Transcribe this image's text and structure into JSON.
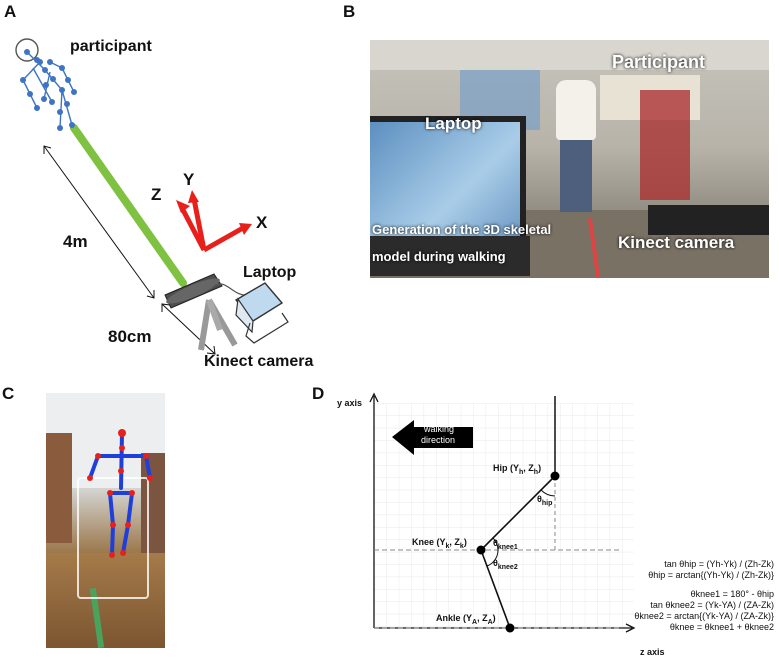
{
  "panels": {
    "a": "A",
    "b": "B",
    "c": "C",
    "d": "D"
  },
  "panel_a": {
    "participant": "participant",
    "distance_4m": "4m",
    "distance_80cm": "80cm",
    "axis_x": "X",
    "axis_y": "Y",
    "axis_z": "Z",
    "laptop": "Laptop",
    "kinect": "Kinect camera"
  },
  "panel_b": {
    "laptop": "Laptop",
    "participant": "Participant",
    "gen_line1": "Generation of the 3D skeletal",
    "gen_line2": "model during walking",
    "kinect": "Kinect camera"
  },
  "panel_d": {
    "y_axis": "y axis",
    "z_axis": "z axis",
    "walking1": "walking",
    "walking2": "direction",
    "hip": "Hip (Y",
    "hip_sub1": "h",
    "hip_mid": ", Z",
    "hip_sub2": "h",
    "hip_end": ")",
    "knee": "Knee (Y",
    "knee_sub1": "k",
    "knee_mid": ", Z",
    "knee_sub2": "k",
    "knee_end": ")",
    "ankle": "Ankle (Y",
    "ankle_sub1": "A",
    "ankle_mid": ", Z",
    "ankle_sub2": "A",
    "ankle_end": ")",
    "theta": "θ",
    "sub_hip": "hip",
    "sub_knee1": "knee1",
    "sub_knee2": "knee2",
    "equations": [
      "tan θhip = (Yh-Yk) / (Zh-Zk)",
      "θhip = arctan{(Yh-Yk) / (Zh-Zk)}",
      "θknee1 = 180° - θhip",
      "tan θknee2 = (Yk-YA) / (ZA-Zk)",
      "θknee2 = arctan{(Yk-YA) / (ZA-Zk)}",
      "θknee = θknee1 + θknee2"
    ]
  },
  "colors": {
    "green": "#7fc241",
    "red": "#e8201c",
    "blue": "#3d74c4",
    "gray": "#a8a8a8"
  }
}
